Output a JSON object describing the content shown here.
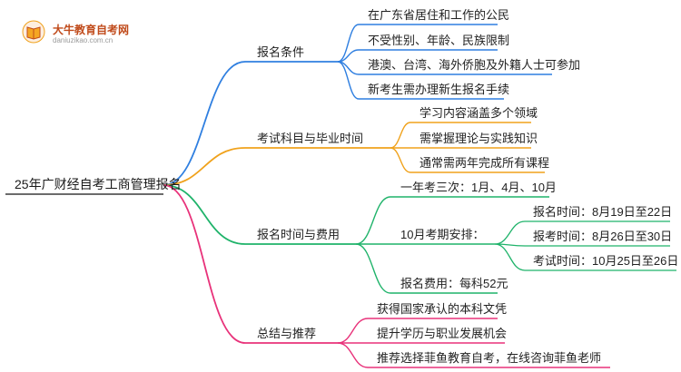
{
  "logo": {
    "name": "大牛教育自考网",
    "url": "daniuzikao.com.cn"
  },
  "mindmap": {
    "root": "25年广财经自考工商管理报名",
    "branches": [
      {
        "label": "报名条件",
        "color": "#2f7fe0",
        "items": [
          {
            "label": "在广东省居住和工作的公民"
          },
          {
            "label": "不受性别、年龄、民族限制"
          },
          {
            "label": "港澳、台湾、海外侨胞及外籍人士可参加"
          },
          {
            "label": "新考生需办理新生报名手续"
          }
        ]
      },
      {
        "label": "考试科目与毕业时间",
        "color": "#f0a21c",
        "items": [
          {
            "label": "学习内容涵盖多个领域"
          },
          {
            "label": "需掌握理论与实践知识"
          },
          {
            "label": "通常需两年完成所有课程"
          }
        ]
      },
      {
        "label": "报名时间与费用",
        "color": "#1fb36a",
        "items": [
          {
            "label": "一年考三次：1月、4月、10月"
          },
          {
            "label": "10月考期安排：",
            "items": [
              {
                "label": "报名时间：8月19日至22日"
              },
              {
                "label": "报考时间：8月26日至30日"
              },
              {
                "label": "考试时间：10月25日至26日"
              }
            ]
          },
          {
            "label": "报名费用：每科52元"
          }
        ]
      },
      {
        "label": "总结与推荐",
        "color": "#e8327a",
        "items": [
          {
            "label": "获得国家承认的本科文凭"
          },
          {
            "label": "提升学历与职业发展机会"
          },
          {
            "label": "推荐选择菲鱼教育自考，在线咨询菲鱼老师"
          }
        ]
      }
    ]
  }
}
